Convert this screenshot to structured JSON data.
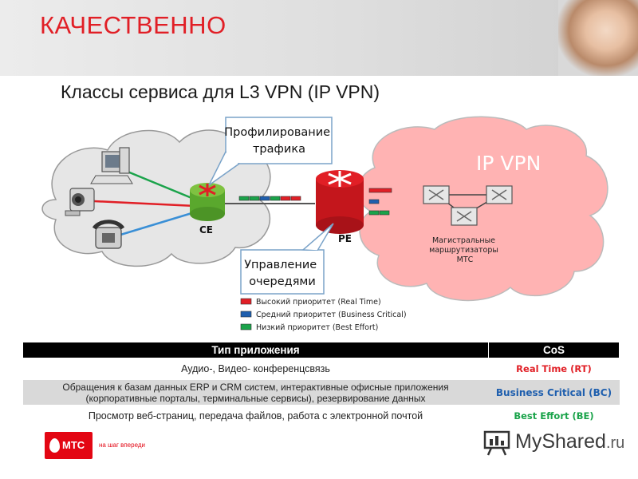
{
  "header": {
    "title": "КАЧЕСТВЕННО"
  },
  "slide": {
    "subtitle": "Классы сервиса для L3 VPN (IP VPN)"
  },
  "diagram": {
    "cloud_label": "IP VPN",
    "ce_label": "CE",
    "pe_label": "PE",
    "callout_traffic": [
      "Профилирование",
      "трафика"
    ],
    "callout_queue": [
      "Управление",
      "очередями"
    ],
    "backbone_label": [
      "Магистральные",
      "маршрутизаторы",
      "МТС"
    ],
    "legend": [
      {
        "text": "Высокий приоритет (Real Time)",
        "color": "#e11f26"
      },
      {
        "text": "Средний приоритет (Business Critical)",
        "color": "#1f5fae"
      },
      {
        "text": "Низкий приоритет (Best Effort)",
        "color": "#1aa34a"
      }
    ],
    "colors": {
      "left_cloud": "#e6e6e6",
      "right_cloud": "#ffb3b3",
      "ce_router": "#7fc241",
      "pe_router": "#e11f26"
    }
  },
  "table": {
    "headers": [
      "Тип приложения",
      "CoS"
    ],
    "rows": [
      {
        "app": "Аудио-, Видео- конференцсвязь",
        "cos": "Real Time (RT)",
        "color": "#e11f26"
      },
      {
        "app": "Обращения к базам данных ERP и CRM систем, интерактивные офисные приложения (корпоративные порталы, терминальные сервисы), резервирование данных",
        "cos": "Business Critical (BC)",
        "color": "#1f5fae"
      },
      {
        "app": "Просмотр веб-страниц, передача файлов, работа с электронной почтой",
        "cos": "Best Effort (BE)",
        "color": "#1aa34a"
      }
    ]
  },
  "footer": {
    "brand": "МТС",
    "slogan": "на шаг впереди",
    "watermark_main": "MyShared",
    "watermark_suffix": ".ru"
  }
}
